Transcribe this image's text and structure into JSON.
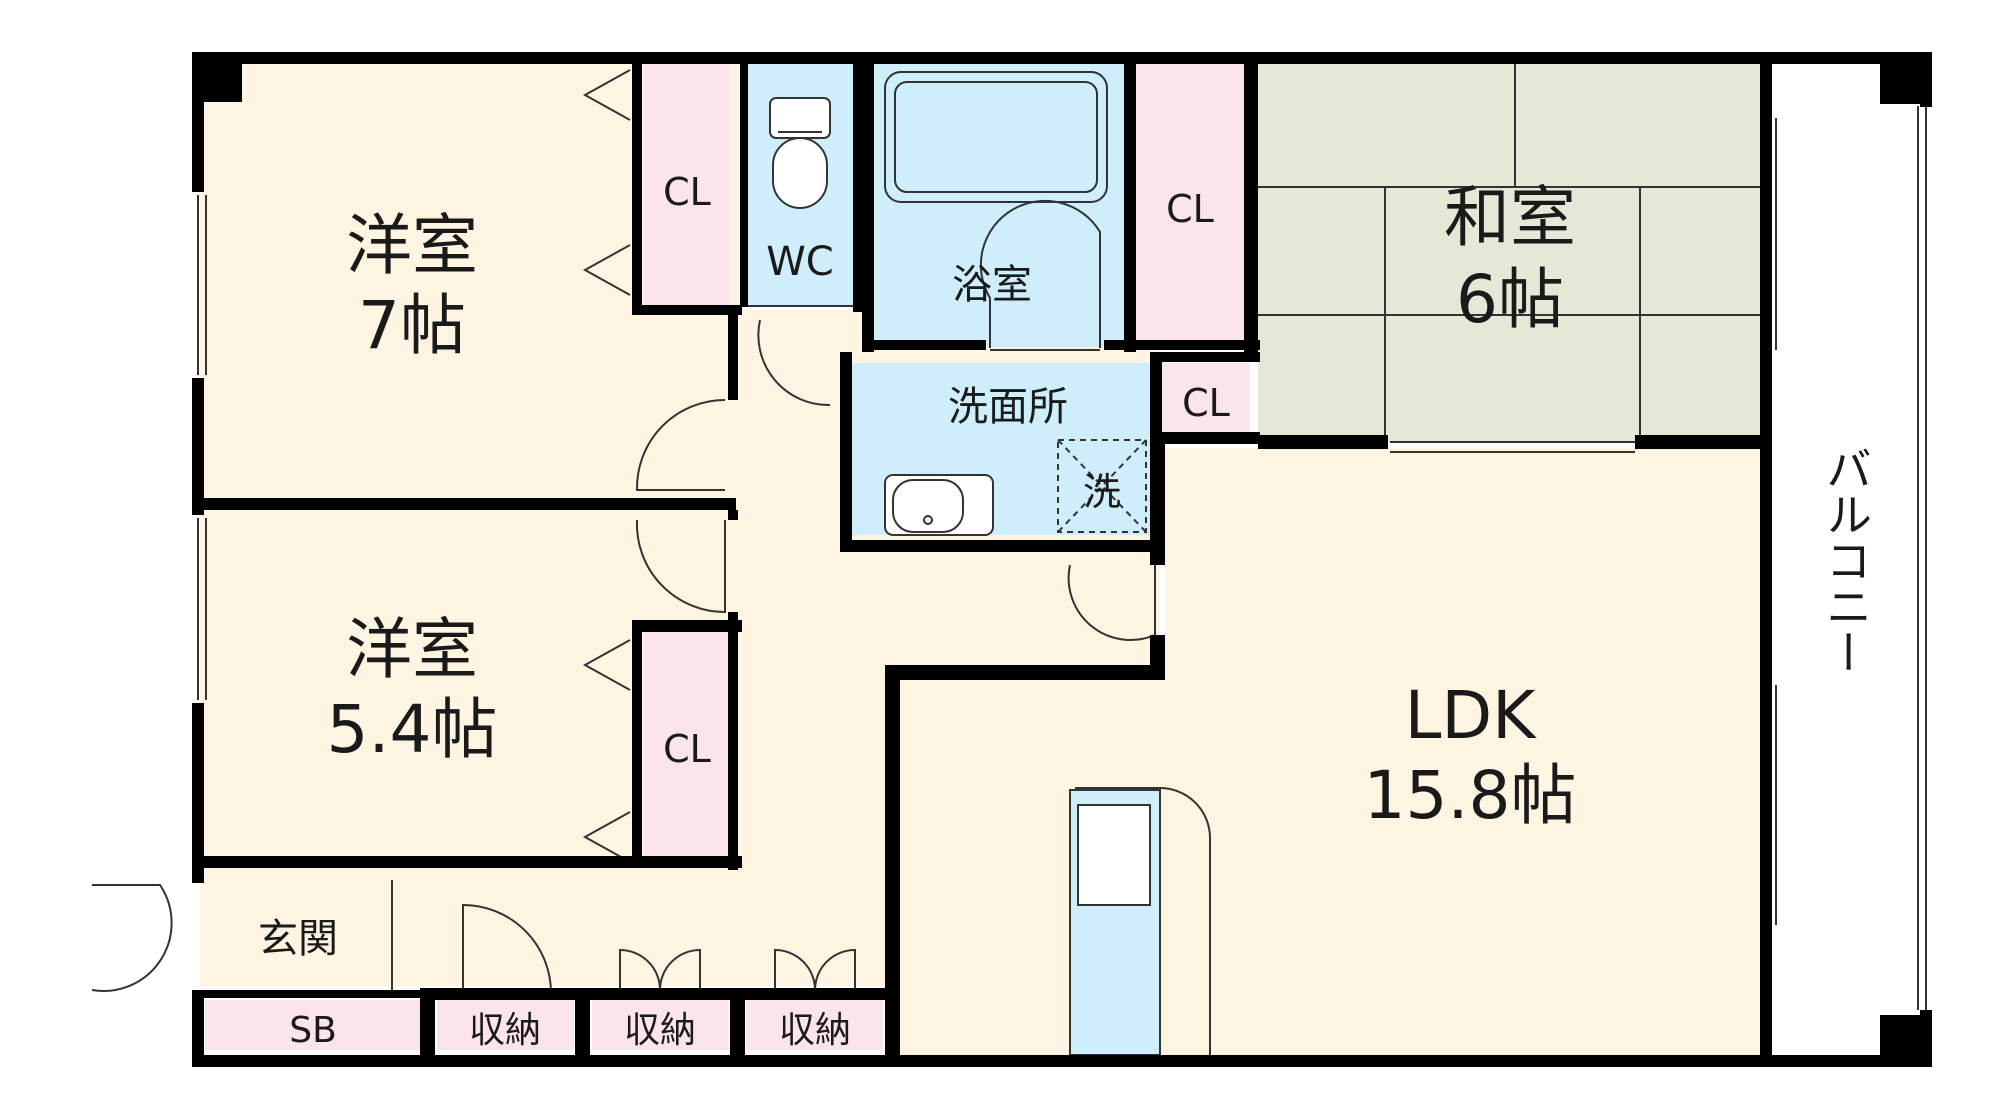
{
  "colors": {
    "wall": "#000000",
    "western_floor": "#fdf5e1",
    "tatami": "#e3e8d7",
    "wet_area": "#cdeefa",
    "closet": "#fbe4ee",
    "outline": "#333333"
  },
  "rooms": {
    "western_7": {
      "name": "洋室",
      "size": "7帖"
    },
    "western_54": {
      "name": "洋室",
      "size": "5.4帖"
    },
    "japanese": {
      "name": "和室",
      "size": "6帖"
    },
    "ldk": {
      "name": "LDK",
      "size": "15.8帖"
    },
    "wc": {
      "name": "WC"
    },
    "bath": {
      "name": "浴室"
    },
    "washroom": {
      "name": "洗面所"
    },
    "washer": {
      "name": "洗"
    },
    "entrance": {
      "name": "玄関"
    },
    "balcony": {
      "name": "バルコニー"
    }
  },
  "closets": {
    "cl_upper": "CL",
    "cl_middle": "CL",
    "cl_wash": "CL",
    "cl_lower": "CL",
    "shoebox": "SB",
    "storage_1": "収納",
    "storage_2": "収納",
    "storage_3": "収納"
  }
}
